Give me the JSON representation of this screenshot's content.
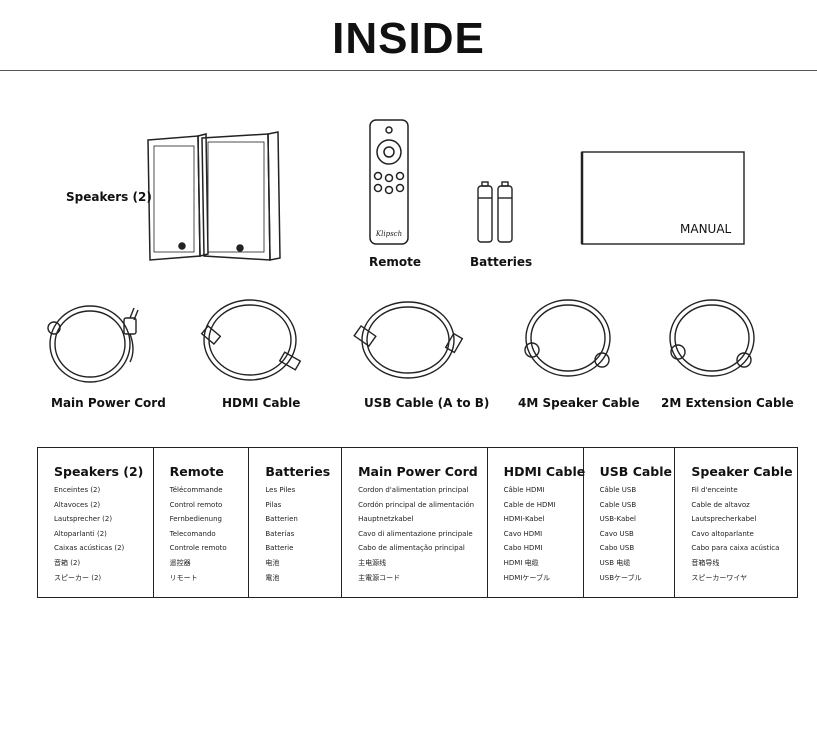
{
  "title": "INSIDE",
  "items": {
    "speakers": "Speakers (2)",
    "remote": "Remote",
    "batteries": "Batteries",
    "manual": "MANUAL",
    "remote_brand": "Klipsch",
    "power_cord": "Main Power Cord",
    "hdmi_cable": "HDMI Cable",
    "usb_cable": "USB Cable (A to B)",
    "speaker_cable": "4M Speaker Cable",
    "extension_cable": "2M Extension Cable"
  },
  "columns": [
    {
      "heading": "Speakers (2)",
      "lines": [
        "Enceintes (2)",
        "Altavoces (2)",
        "Lautsprecher (2)",
        "Altoparlanti (2)",
        "Caixas acústicas (2)",
        "音箱 (2)",
        "スピーカー (2)"
      ]
    },
    {
      "heading": "Remote",
      "lines": [
        "Télécommande",
        "Control remoto",
        "Fernbedienung",
        "Telecomando",
        "Controle remoto",
        "遥控器",
        "リモート"
      ]
    },
    {
      "heading": "Batteries",
      "lines": [
        "Les Piles",
        "Pilas",
        "Batterien",
        "Baterías",
        "Batterie",
        "电池",
        "電池"
      ]
    },
    {
      "heading": "Main Power Cord",
      "lines": [
        "Cordon d'alimentation principal",
        "Cordón principal de alimentación",
        "Hauptnetzkabel",
        "Cavo di alimentazione principale",
        "Cabo de alimentação principal",
        "主电源线",
        "主電源コード"
      ]
    },
    {
      "heading": "HDMI Cable",
      "lines": [
        "Câble HDMI",
        "Cable de HDMI",
        "HDMI-Kabel",
        "Cavo HDMI",
        "Cabo HDMI",
        "HDMI 电缆",
        "HDMIケーブル"
      ]
    },
    {
      "heading": "USB Cable",
      "lines": [
        "Câble USB",
        "Cable USB",
        "USB-Kabel",
        "Cavo USB",
        "Cabo USB",
        "USB 电缆",
        "USBケーブル"
      ]
    },
    {
      "heading": "Speaker Cable",
      "lines": [
        "Fil d'enceinte",
        "Cable de altavoz",
        "Lautsprecherkabel",
        "Cavo altoparlante",
        "Cabo para caixa acústica",
        "音箱导线",
        "スピーカーワイヤ"
      ]
    }
  ]
}
